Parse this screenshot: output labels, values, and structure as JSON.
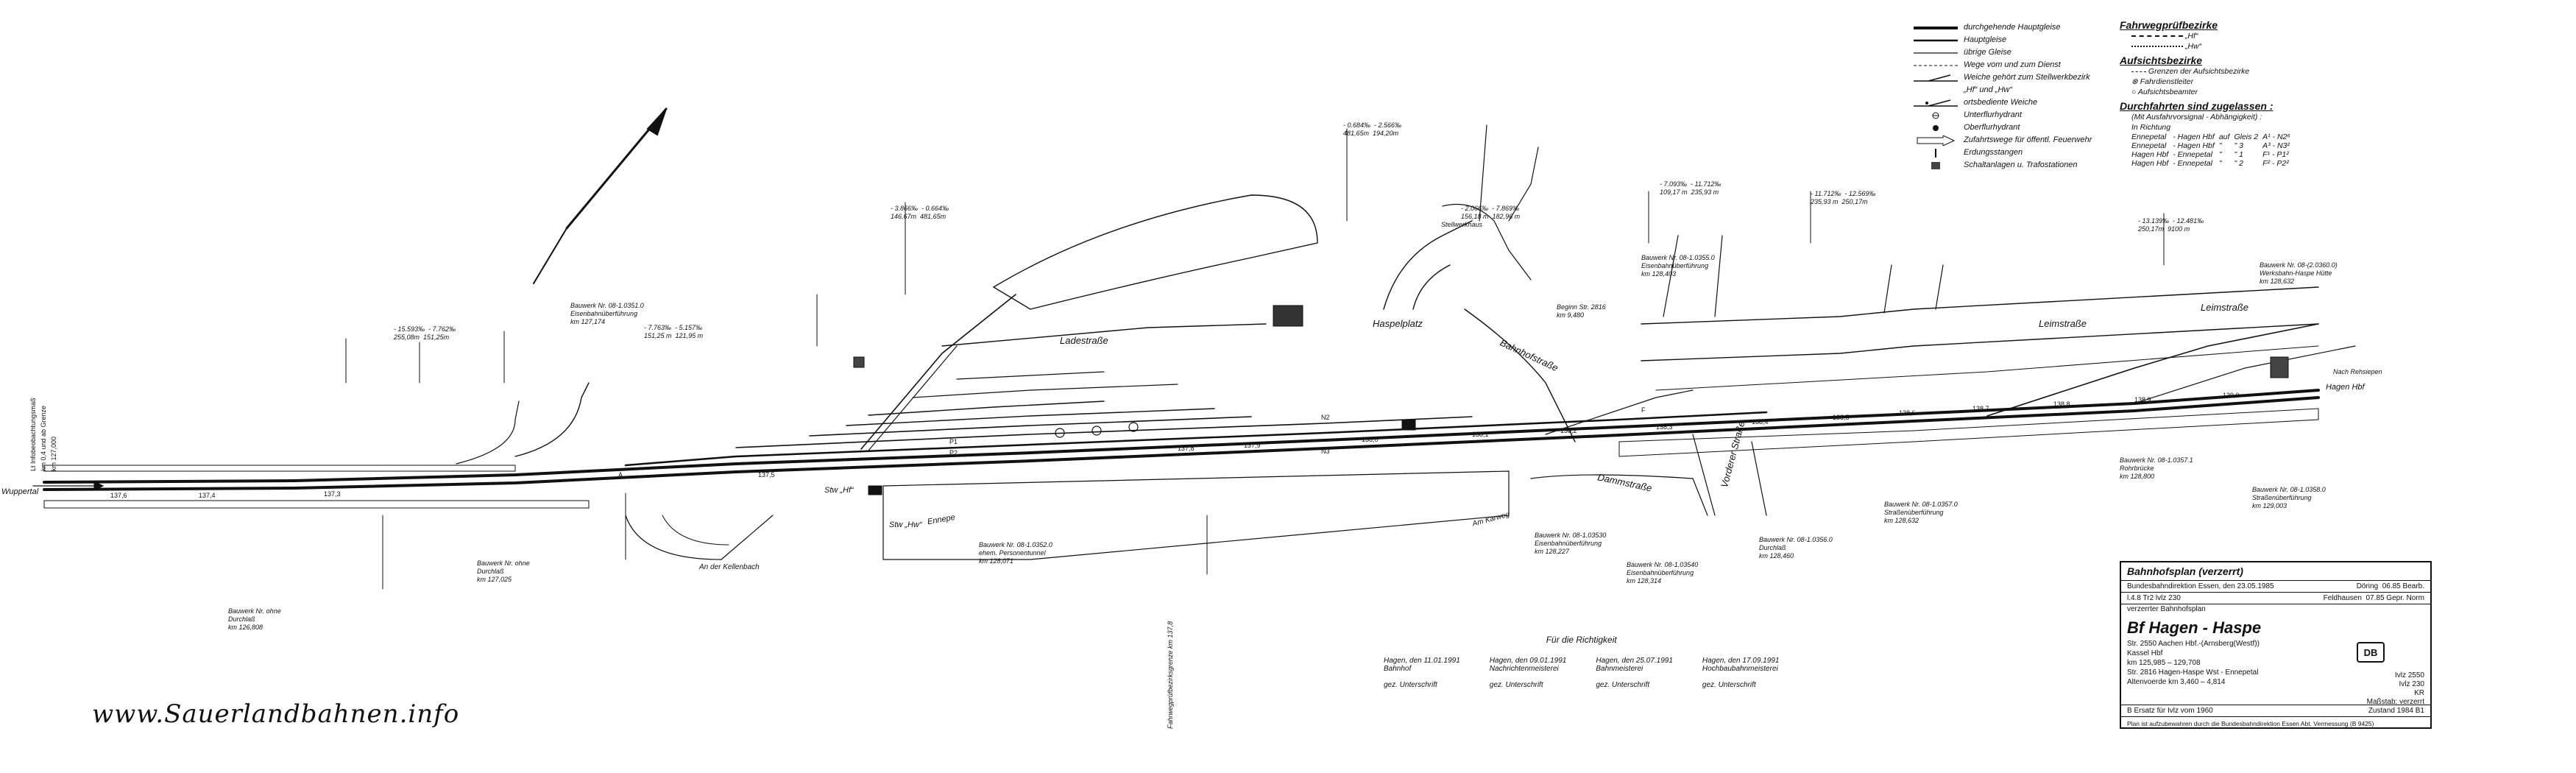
{
  "watermark": "www.Sauerlandbahnen.info",
  "direction_labels": {
    "west": "Wuppertal",
    "east": "Hagen Hbf",
    "east2": "Nach Rehsiepen"
  },
  "left_vertical": {
    "line1": "Lt Infobeobachtungsmaß",
    "line2": "km 0,4 und ab Grenze",
    "line3": "km 127,000"
  },
  "structures": [
    {
      "text": "Bauwerk Nr. 08-1.0351.0",
      "sub": "Eisenbahnüberführung",
      "km": "km 127,174"
    },
    {
      "text": "Bauwerk Nr. ohne",
      "sub": "Durchlaß",
      "km": "km 126,808"
    },
    {
      "text": "Bauwerk Nr. ohne",
      "sub": "Durchlaß",
      "km": "km 127,025"
    },
    {
      "text": "Bauwerk Nr. 08-1.0352.0",
      "sub": "ehem. Personentunnel",
      "km": "km 128,071"
    },
    {
      "text": "Bauwerk Nr. 08-1.03530",
      "sub": "Eisenbahnüberführung",
      "km": "km 128,227"
    },
    {
      "text": "Bauwerk Nr. 08-1.03540",
      "sub": "Eisenbahnüberführung",
      "km": "km 128,314"
    },
    {
      "text": "Bauwerk Nr. 08-1.0355.0",
      "sub": "Eisenbahnüberführung",
      "km": "km 128,403"
    },
    {
      "text": "Bauwerk Nr. 08-1.0356.0",
      "sub": "Durchlaß",
      "km": "km 128,460"
    },
    {
      "text": "Bauwerk Nr. 08-1.0357.0",
      "sub": "Straßenüberführung",
      "km": "km 128,632"
    },
    {
      "text": "Bauwerk Nr. 08-1.0357.1",
      "sub": "Rohrbrücke",
      "km": "km 128,800"
    },
    {
      "text": "Bauwerk Nr. 08-1.0358.0",
      "sub": "Straßenüberführung",
      "km": "km 129,003"
    },
    {
      "text": "Bauwerk Nr. 08-(2.0360.0)",
      "sub": "Werksbahn-Haspe Hütte",
      "km": "km 128,632"
    }
  ],
  "streets": {
    "ladestrasse": "Ladestraße",
    "hasselplatz": "Haspelplatz",
    "bahnhofstrasse": "Bahnhofstraße",
    "dammstrasse": "Dammstraße",
    "leimstrasse1": "Leimstraße",
    "leimstrasse2": "Leimstraße",
    "vordererstrasse": "Vorderer Straße",
    "kellenbach": "An der Kellenbach",
    "ennepe": "Ennepe",
    "am_karweg": "Am Karweg"
  },
  "stw": {
    "stw_hf": "Stw „Hf“",
    "stw_hw": "Stw „Hw“"
  },
  "beginn": {
    "text": "Beginn Str. 2816",
    "km": "km 9,480"
  },
  "km_marks": [
    "137,6",
    "137,4",
    "137,3",
    "137,5",
    "137,8",
    "137,9",
    "138,0",
    "138,1",
    "138,2",
    "138,3",
    "138,4",
    "138,5",
    "138,6",
    "138,7",
    "138,8",
    "138,9",
    "139,0"
  ],
  "gradients": [
    {
      "a": "- 15.593‰",
      "b": "- 7.762‰",
      "c": "255,08m",
      "d": "151,25m"
    },
    {
      "a": "- 7.763‰",
      "b": "- 5.157‰",
      "c": "151,25 m",
      "d": "121,95 m"
    },
    {
      "a": "- 3.866‰",
      "b": "- 0.664‰",
      "c": "146,67m",
      "d": "481,65m"
    },
    {
      "a": "- 0.684‰",
      "b": "- 2.566‰",
      "c": "481,65m",
      "d": "194,20m"
    },
    {
      "a": "- 2.066‰",
      "b": "- 7.869‰",
      "c": "156,18 m",
      "d": "182,96 m"
    },
    {
      "a": "- 7.093‰",
      "b": "- 11.712‰",
      "c": "109,17 m",
      "d": "235,93 m"
    },
    {
      "a": "- 11.712‰",
      "b": "- 12.569‰",
      "c": "235,93 m",
      "d": "250,17m"
    },
    {
      "a": "- 13.139‰",
      "b": "- 12.481‰",
      "c": "250,17m",
      "d": "9100 m"
    }
  ],
  "legend": {
    "items": [
      "durchgehende Hauptgleise",
      "Hauptgleise",
      "übrige Gleise",
      "Wege vom und zum Dienst",
      "Weiche gehört zum Stellwerkbezirk",
      "„Hf“ und „Hw“",
      "ortsbediente Weiche",
      "Unterflurhydrant",
      "Oberflurhydrant",
      "Zufahrtswege für öffentl. Feuerwehr",
      "Erdungsstangen",
      "Schaltanlagen u. Trafostationen"
    ]
  },
  "legend2": {
    "fahrweg_title": "Fahrwegprüfbezirke",
    "fahrweg_hf": "„Hf“",
    "fahrweg_hw": "„Hw“",
    "aufsicht_title": "Aufsichtsbezirke",
    "aufsicht_items": [
      "Grenzen der Aufsichtsbezirke",
      "Fahrdienstleiter",
      "Aufsichtsbeamter"
    ],
    "durch_title": "Durchfahrten sind zugelassen :",
    "durch_sub1": "(Mit Ausfahrvorsignal - Abhängigkeit) :",
    "durch_sub2": "In Richtung",
    "rows": [
      {
        "from": "Ennepetal",
        "to": "- Hagen Hbf",
        "via": "auf",
        "gleis": "Gleis 2",
        "sig": "A¹ - N2⁶"
      },
      {
        "from": "Ennepetal",
        "to": "- Hagen Hbf",
        "via": "\"",
        "gleis": "\" 3",
        "sig": "A³ - N3²"
      },
      {
        "from": "Hagen Hbf",
        "to": "- Ennepetal",
        "via": "\"",
        "gleis": "\" 1",
        "sig": "F¹ - P1²"
      },
      {
        "from": "Hagen Hbf",
        "to": "- Ennepetal",
        "via": "\"",
        "gleis": "\" 2",
        "sig": "F² - P2²"
      }
    ]
  },
  "title_block": {
    "head": "Bahnhofsplan (verzerrt)",
    "directorate": "Bundesbahndirektion Essen, den 23.05.1985",
    "sig1": "Döring",
    "date1": "06.85",
    "label1": "Bearb.",
    "sig2": "Feldhausen",
    "date2": "07.85",
    "label2": "Gepr.",
    "label3": "Norm",
    "sheet": "l.4.8  Tr2  lvlz 230",
    "plan_type": "verzerrter Bahnhofsplan",
    "station": "Bf  Hagen - Haspe",
    "line1": "Str. 2550  Aachen Hbf.-(Arnsberg(Westf))",
    "line2": "Kassel Hbf",
    "line3": "km 125,985 – 129,708",
    "line4": "Str. 2816  Hagen-Haspe Wst - Ennepetal",
    "line5": "Altenvoerde  km 3,460 – 4,814",
    "ivlz": "Ivlz",
    "ivlz_val": "2550",
    "ivlz2": "Ivlz",
    "ivlz2_val": "230",
    "kr": "KR",
    "verzerrt": "Maßstab: verzerrt",
    "logo": "DB",
    "replaced": "B   Ersatz für Ivlz vom 1960",
    "zustand": "Zustand 1984  B1",
    "footer": "Plan ist aufzubewahren durch die Bundesbahndirektion Essen Abt. Vermessung (B 9425)"
  },
  "signatures": {
    "title": "Für die Richtigkeit",
    "entries": [
      {
        "date": "Hagen, den 11.01.1991",
        "role": "Bahnhof",
        "sign": "gez. Unterschrift"
      },
      {
        "date": "Hagen, den 09.01.1991",
        "role": "Nachrichtenmeisterei",
        "sign": "gez. Unterschrift"
      },
      {
        "date": "Hagen, den 25.07.1991",
        "role": "Bahnmeisterei",
        "sign": "gez. Unterschrift"
      },
      {
        "date": "Hagen, den 17.09.1991",
        "role": "Hochbaubahnmeisterei",
        "sign": "gez. Unterschrift"
      }
    ]
  },
  "fahrweg_vertical": "Fahrwegprüfbezirksgrenze km 137,8",
  "stellwerk_house": "Stellwerkhaus",
  "signals": [
    "N2",
    "N3",
    "A",
    "F",
    "P1",
    "P2"
  ]
}
